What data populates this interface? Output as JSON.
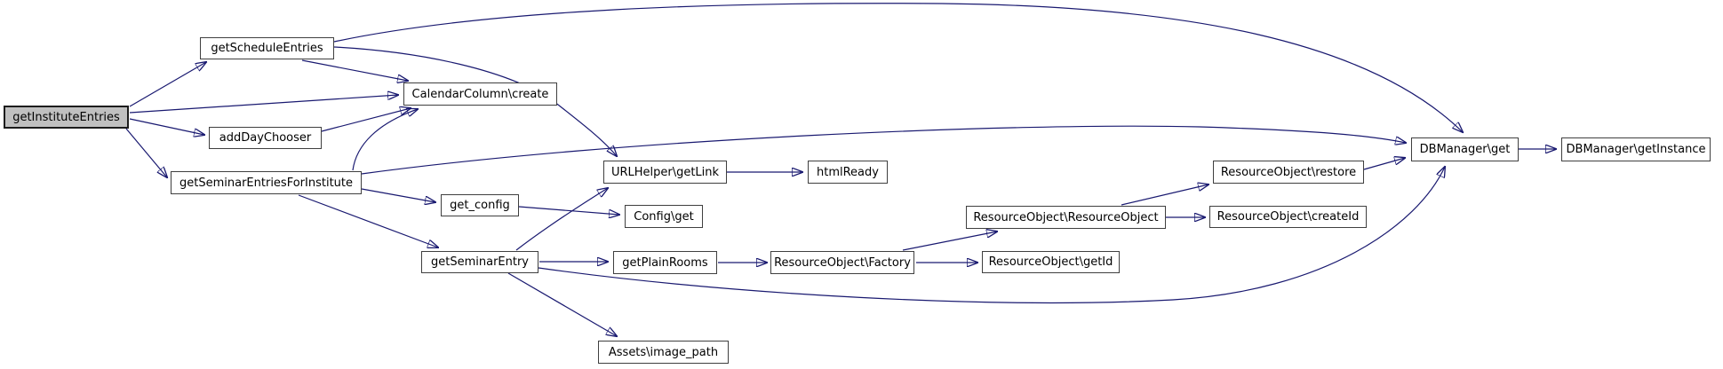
{
  "diagram": {
    "kind": "doxygen-call-graph",
    "background_color": "#ffffff",
    "edge_color": "#191970",
    "node_border_color": "#3f3f3f",
    "node_fill_color": "#ffffff",
    "root_node_fill_color": "#c0c0c0",
    "root_node": "getInstituteEntries",
    "nodes": [
      {
        "id": "get-institute-entries",
        "label": "getInstituteEntries",
        "role": "root"
      },
      {
        "id": "get-schedule-entries",
        "label": "getScheduleEntries",
        "role": "called"
      },
      {
        "id": "calendarcolumn-create",
        "label": "CalendarColumn\\create",
        "role": "called"
      },
      {
        "id": "add-day-chooser",
        "label": "addDayChooser",
        "role": "called"
      },
      {
        "id": "get-seminar-entries-for-institute",
        "label": "getSeminarEntriesForInstitute",
        "role": "called"
      },
      {
        "id": "urlhelper-getlink",
        "label": "URLHelper\\getLink",
        "role": "called"
      },
      {
        "id": "html-ready",
        "label": "htmlReady",
        "role": "called"
      },
      {
        "id": "get-config",
        "label": "get_config",
        "role": "called"
      },
      {
        "id": "config-get",
        "label": "Config\\get",
        "role": "called"
      },
      {
        "id": "get-seminar-entry",
        "label": "getSeminarEntry",
        "role": "called"
      },
      {
        "id": "get-plain-rooms",
        "label": "getPlainRooms",
        "role": "called"
      },
      {
        "id": "resourceobject-factory",
        "label": "ResourceObject\\Factory",
        "role": "called"
      },
      {
        "id": "resourceobject-getid",
        "label": "ResourceObject\\getId",
        "role": "called"
      },
      {
        "id": "resourceobject-resourceobject",
        "label": "ResourceObject\\ResourceObject",
        "role": "called"
      },
      {
        "id": "resourceobject-restore",
        "label": "ResourceObject\\restore",
        "role": "called"
      },
      {
        "id": "resourceobject-createid",
        "label": "ResourceObject\\createId",
        "role": "called"
      },
      {
        "id": "dbmanager-get",
        "label": "DBManager\\get",
        "role": "called"
      },
      {
        "id": "dbmanager-getinstance",
        "label": "DBManager\\getInstance",
        "role": "called"
      },
      {
        "id": "assets-image-path",
        "label": "Assets\\image_path",
        "role": "called"
      }
    ],
    "edges": [
      {
        "from": "getInstituteEntries",
        "to": "getScheduleEntries"
      },
      {
        "from": "getInstituteEntries",
        "to": "CalendarColumn\\create"
      },
      {
        "from": "getInstituteEntries",
        "to": "addDayChooser"
      },
      {
        "from": "getInstituteEntries",
        "to": "getSeminarEntriesForInstitute"
      },
      {
        "from": "getScheduleEntries",
        "to": "DBManager\\get"
      },
      {
        "from": "getScheduleEntries",
        "to": "URLHelper\\getLink"
      },
      {
        "from": "getScheduleEntries",
        "to": "CalendarColumn\\create"
      },
      {
        "from": "addDayChooser",
        "to": "CalendarColumn\\create"
      },
      {
        "from": "getSeminarEntriesForInstitute",
        "to": "CalendarColumn\\create"
      },
      {
        "from": "getSeminarEntriesForInstitute",
        "to": "DBManager\\get"
      },
      {
        "from": "getSeminarEntriesForInstitute",
        "to": "get_config"
      },
      {
        "from": "getSeminarEntriesForInstitute",
        "to": "getSeminarEntry"
      },
      {
        "from": "get_config",
        "to": "Config\\get"
      },
      {
        "from": "getSeminarEntry",
        "to": "URLHelper\\getLink"
      },
      {
        "from": "getSeminarEntry",
        "to": "getPlainRooms"
      },
      {
        "from": "getSeminarEntry",
        "to": "Assets\\image_path"
      },
      {
        "from": "getSeminarEntry",
        "to": "DBManager\\get"
      },
      {
        "from": "getPlainRooms",
        "to": "ResourceObject\\Factory"
      },
      {
        "from": "ResourceObject\\Factory",
        "to": "ResourceObject\\ResourceObject"
      },
      {
        "from": "ResourceObject\\Factory",
        "to": "ResourceObject\\getId"
      },
      {
        "from": "ResourceObject\\ResourceObject",
        "to": "ResourceObject\\restore"
      },
      {
        "from": "ResourceObject\\ResourceObject",
        "to": "ResourceObject\\createId"
      },
      {
        "from": "ResourceObject\\restore",
        "to": "DBManager\\get"
      },
      {
        "from": "DBManager\\get",
        "to": "DBManager\\getInstance"
      },
      {
        "from": "URLHelper\\getLink",
        "to": "htmlReady"
      }
    ]
  }
}
